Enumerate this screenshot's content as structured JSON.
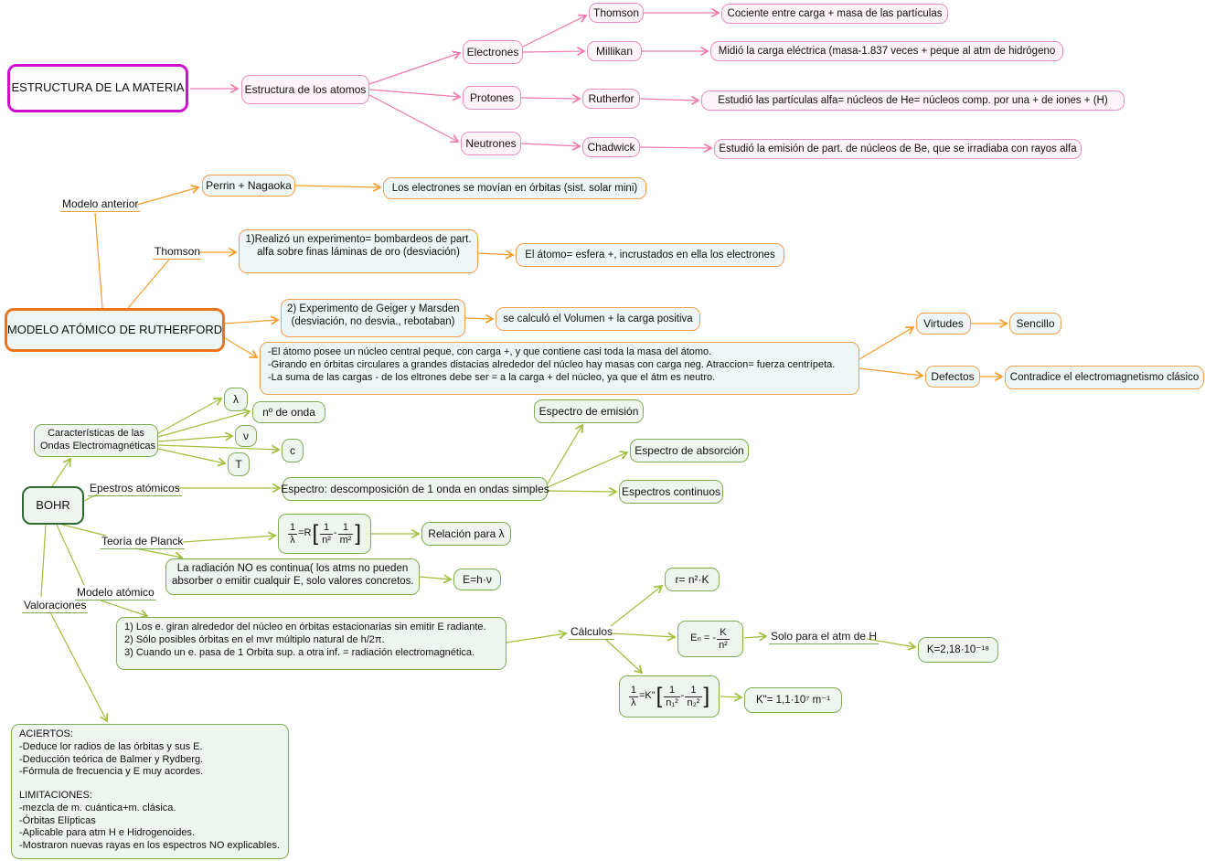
{
  "colors": {
    "magenta_border": "#cf0fcf",
    "pink_accent": "#ee79ae",
    "orange_accent": "#f59d28",
    "orange_border": "#e8741e",
    "green_accent": "#a0bf3c",
    "green_border": "#7fae50",
    "bohr_border": "#2f6b33"
  },
  "pink": {
    "root": "ESTRUCTURA DE LA MATERIA",
    "atoms": "Estructura de los atomos",
    "electrons": "Electrones",
    "protons": "Protones",
    "neutrons": "Neutrones",
    "thomson": "Thomson",
    "millikan": "Millikan",
    "rutherfor": "Rutherfor",
    "chadwick": "Chadwick",
    "thomson_desc": "Cociente entre carga + masa de las partículas",
    "millikan_desc": "Midió la carga eléctrica (masa-1.837 veces + peque al atm de hidrógeno",
    "rutherfor_desc": "Estudió las partículas alfa= núcleos de He= núcleos comp. por una + de iones + (H)",
    "chadwick_desc": "Estudió la emisión de part. de núcleos de Be, que se irradiaba con rayos alfa"
  },
  "ruth": {
    "title": "MODELO ATÓMICO DE RUTHERFORD",
    "modelo_anterior": "Modelo anterior",
    "perrin": "Perrin + Nagaoka",
    "perrin_desc": "Los electrones se movían en órbitas (sist. solar mini)",
    "thomson": "Thomson",
    "exp1": "1)Realizó un experimento= bombardeos de part.",
    "exp2": "alfa sobre finas láminas de oro (desviación)",
    "exp_result": "El átomo= esfera +, incrustados en ella los electrones",
    "geiger1": "2) Experimento de Geiger y Marsden",
    "geiger2": "(desviación, no desvia., rebotaban)",
    "geiger_result": "se calculó el Volumen + la carga positiva",
    "conc1": "-El átomo posee un núcleo central peque, con carga +, y que contiene casi toda la masa del átomo.",
    "conc2": "-Girando en órbitas circulares a grandes distacias alrededor del núcleo hay masas con carga neg. Atraccion= fuerza centrípeta.",
    "conc3": "-La suma de las cargas - de los eltrones debe ser = a la carga + del núcleo, ya que el átm es neutro.",
    "virtudes": "Virtudes",
    "sencillo": "Sencillo",
    "defectos": "Defectos",
    "defectos_desc": "Contradice el electromagnetismo clásico"
  },
  "bohr": {
    "title": "BOHR",
    "ondas1": "Características de las",
    "ondas2": "Ondas Electromagnéticas",
    "lambda": "λ",
    "freq": "ν",
    "c": "c",
    "t": "T",
    "n_onda": "nº de onda",
    "espectros_lbl": "Epestros atómicos",
    "espectro_def": "Espectro: descomposición de 1 onda en ondas simples",
    "emision": "Espectro de emisión",
    "absorcion": "Espectro de absorción",
    "continuos": "Espectros continuos",
    "planck_lbl": "Teoría de Planck",
    "relacion": "Relación para λ",
    "rad1": "La radiación NO es continua( los atms no pueden",
    "rad2": "absorber o emitir cualquir E, solo valores concretos.",
    "modelo_lbl": "Modelo atómico",
    "valoraciones_lbl": "Valoraciones",
    "post1": "1) Los e. giran alrededor del núcleo en órbitas estacionarias sin emitir E radiante.",
    "post2": "2) Sólo posibles órbitas en el mvr múltiplo natural de h/2π.",
    "post3": "3) Cuando un e. pasa de 1 Orbita sup. a otra inf. = radiación electromagnética.",
    "calculos_lbl": "Cálculos",
    "solo_atm": "Solo para el atm de H",
    "aciertos_title": "ACIERTOS:",
    "aciertos1": "-Deduce lor radios de las órbitas y sus E.",
    "aciertos2": "-Deducción teórica de Balmer y Rydberg.",
    "aciertos3": "-Fórmula de frecuencia y E muy acordes.",
    "limit_title": "LIMITACIONES:",
    "limit1": "-mezcla de m. cuántica+m. clásica.",
    "limit2": "-Órbitas Elípticas",
    "limit3": "-Aplicable para atm H e Hidrogenoides.",
    "limit4": "-Mostraron nuevas rayas en los espectros NO explicables."
  },
  "formulas": {
    "rydberg": {
      "n1": "1",
      "d1": "λ",
      "op": "=R",
      "lb": "[",
      "n2": "1",
      "d2": "n²",
      "minus": "-",
      "n3": "1",
      "d3": "m²",
      "rb": "]"
    },
    "e_fot": "E=h·ν",
    "r_orbit": "r= n²·K",
    "e_n": {
      "lhs": "Eₙ = -",
      "num": "K",
      "den": "n²"
    },
    "k_val": "K=2,18·10⁻¹⁸",
    "rydberg2": {
      "n1": "1",
      "d1": "λ",
      "op": "=K\"",
      "lb": "[",
      "n2": "1",
      "d2": "n₁²",
      "minus": "-",
      "n3": "1",
      "d3": "n₂²",
      "rb": "]"
    },
    "k2_val": "K\"= 1,1·10⁷ m⁻¹"
  }
}
